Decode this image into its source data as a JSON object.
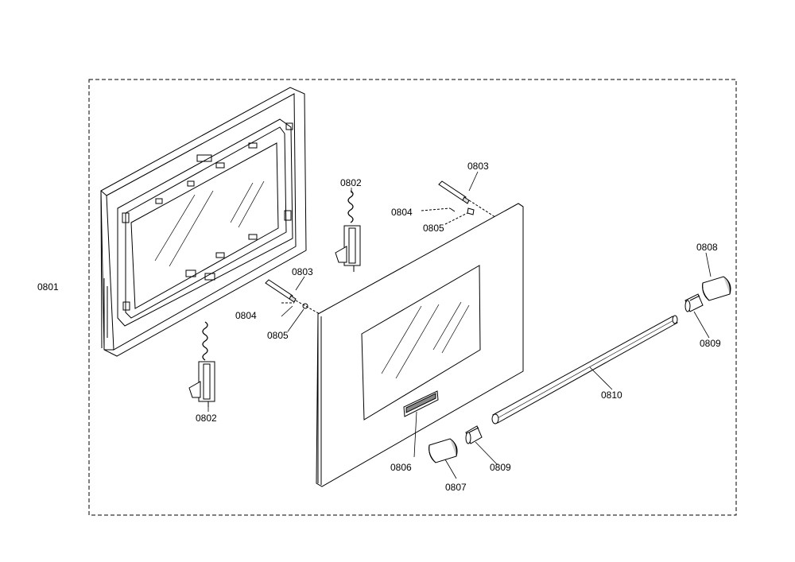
{
  "labels": {
    "l0801": "0801",
    "l0802a": "0802",
    "l0802b": "0802",
    "l0803a": "0803",
    "l0803b": "0803",
    "l0804a": "0804",
    "l0804b": "0804",
    "l0805a": "0805",
    "l0805b": "0805",
    "l0806": "0806",
    "l0807": "0807",
    "l0808": "0808",
    "l0809a": "0809",
    "l0809b": "0809",
    "l0810": "0810"
  },
  "colors": {
    "line": "#000000",
    "fill": "#ffffff",
    "shade": "#cfcfcf"
  }
}
